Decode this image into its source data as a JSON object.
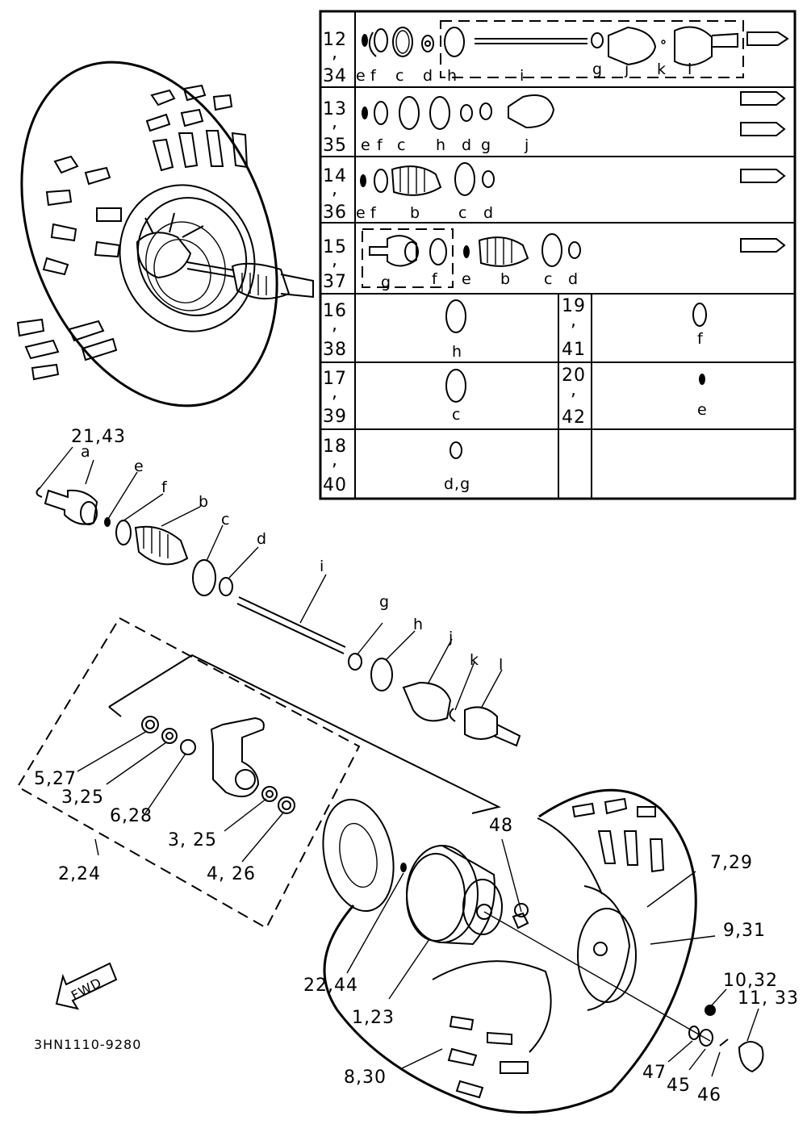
{
  "diagram_code": "3HN1110-9280",
  "fwd_label": "FWD",
  "table": {
    "rows": [
      {
        "number_top": "12",
        "number_bottom": "34",
        "letters": [
          "e",
          "f",
          "c",
          "d",
          "h",
          "i",
          "g",
          "j",
          "k",
          "l"
        ]
      },
      {
        "number_top": "13",
        "number_bottom": "35",
        "letters": [
          "e",
          "f",
          "c",
          "h",
          "d",
          "g",
          "j"
        ]
      },
      {
        "number_top": "14",
        "number_bottom": "36",
        "letters": [
          "e",
          "f",
          "b",
          "c",
          "d"
        ]
      },
      {
        "number_top": "15",
        "number_bottom": "37",
        "letters": [
          "g",
          "f",
          "e",
          "b",
          "c",
          "d"
        ]
      },
      {
        "number_top": "16",
        "number_bottom": "38",
        "letters": [
          "h"
        ]
      },
      {
        "number_top": "17",
        "number_bottom": "39",
        "letters": [
          "c"
        ]
      },
      {
        "number_top": "18",
        "number_bottom": "40",
        "letters": [
          "d,g"
        ]
      }
    ],
    "right_cells": [
      {
        "number_top": "19",
        "number_bottom": "41",
        "letter": "f"
      },
      {
        "number_top": "20",
        "number_bottom": "42",
        "letter": "e"
      }
    ]
  },
  "shaft_letters": {
    "a": "a",
    "e": "e",
    "f": "f",
    "b": "b",
    "c": "c",
    "d": "d",
    "i": "i",
    "g": "g",
    "h": "h",
    "j": "j",
    "k": "k",
    "l": "l"
  },
  "callouts": {
    "p21_43": "21,43",
    "p5_27": "5,27",
    "p3_25a": "3,25",
    "p6_28": "6,28",
    "p3_25b": "3, 25",
    "p4_26": "4, 26",
    "p2_24": "2,24",
    "p48": "48",
    "p7_29": "7,29",
    "p9_31": "9,31",
    "p10_32": "10,32",
    "p11_33": "11, 33",
    "p22_44": "22,44",
    "p1_23": "1,23",
    "p47": "47",
    "p45": "45",
    "p46": "46",
    "p8_30": "8,30"
  }
}
